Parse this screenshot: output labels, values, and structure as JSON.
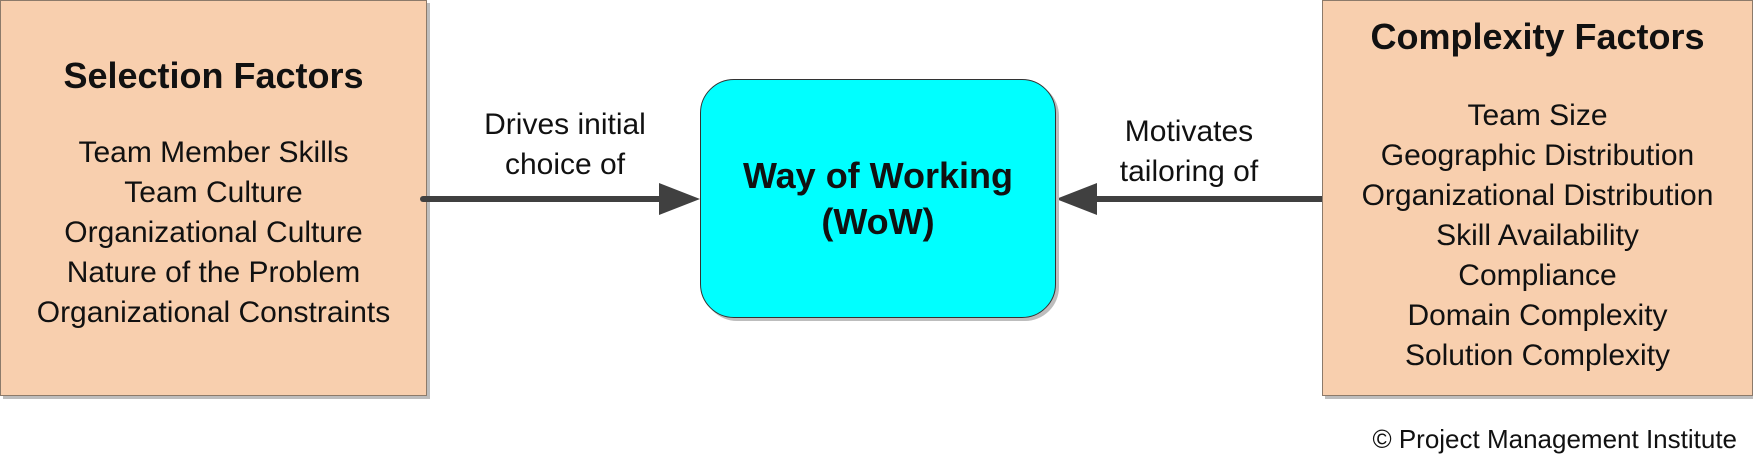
{
  "left_box": {
    "title": "Selection Factors",
    "items": [
      "Team Member Skills",
      "Team Culture",
      "Organizational Culture",
      "Nature of the Problem",
      "Organizational Constraints"
    ]
  },
  "center_box": {
    "line1": "Way of Working",
    "line2": "(WoW)"
  },
  "right_box": {
    "title": "Complexity Factors",
    "items": [
      "Team Size",
      "Geographic Distribution",
      "Organizational Distribution",
      "Skill Availability",
      "Compliance",
      "Domain Complexity",
      "Solution Complexity"
    ]
  },
  "arrows": {
    "left_label": {
      "line1": "Drives initial",
      "line2": "choice of"
    },
    "right_label": {
      "line1": "Motivates",
      "line2": "tailoring of"
    }
  },
  "copyright": "© Project Management Institute",
  "colors": {
    "factor_box_fill": "#f8cfae",
    "wow_box_fill": "#00ffff",
    "arrow": "#404040"
  }
}
